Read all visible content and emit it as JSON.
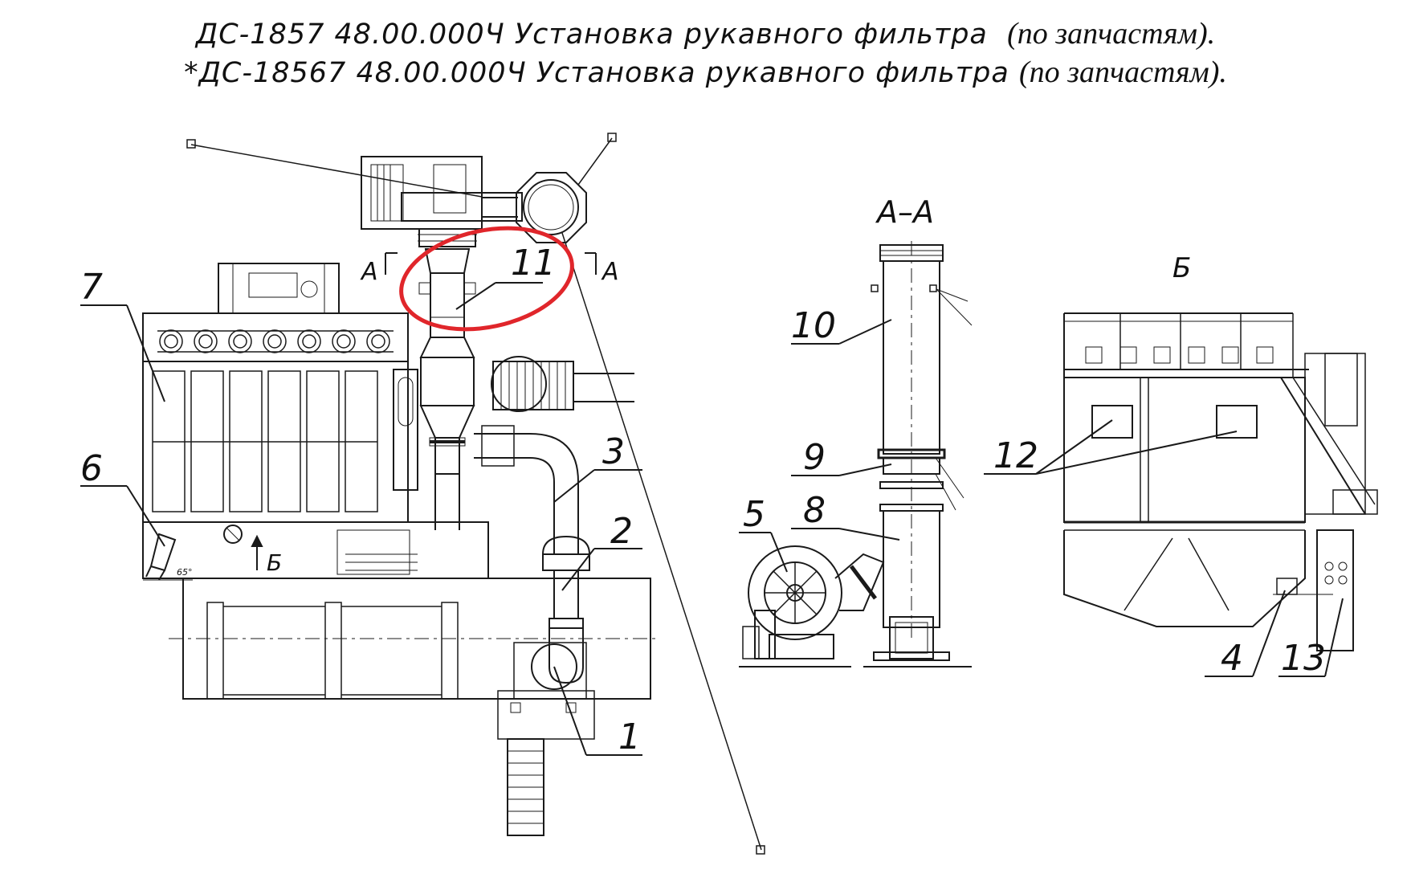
{
  "titles": {
    "line1_doc": "ДС-1857 48.00.000Ч Установка рукавного фильтра",
    "line1_paren": "(по запчастям).",
    "line2_doc": "*ДС-18567 48.00.000Ч Установка рукавного фильтра",
    "line2_paren": "(по запчастям)."
  },
  "views": {
    "section_mark_left": "А",
    "section_mark_right": "А",
    "section_title": "А–А",
    "view_b_title": "Б",
    "view_b_arrow_label": "Б",
    "angle_note": "65°"
  },
  "callouts": {
    "c1": "1",
    "c2": "2",
    "c3": "3",
    "c4": "4",
    "c5": "5",
    "c6": "6",
    "c7": "7",
    "c8": "8",
    "c9": "9",
    "c10": "10",
    "c11": "11",
    "c12": "12",
    "c13": "13"
  },
  "highlight": {
    "color": "#e0262b",
    "target": "11"
  },
  "colors": {
    "line": "#1a1a1a",
    "background": "#ffffff"
  }
}
